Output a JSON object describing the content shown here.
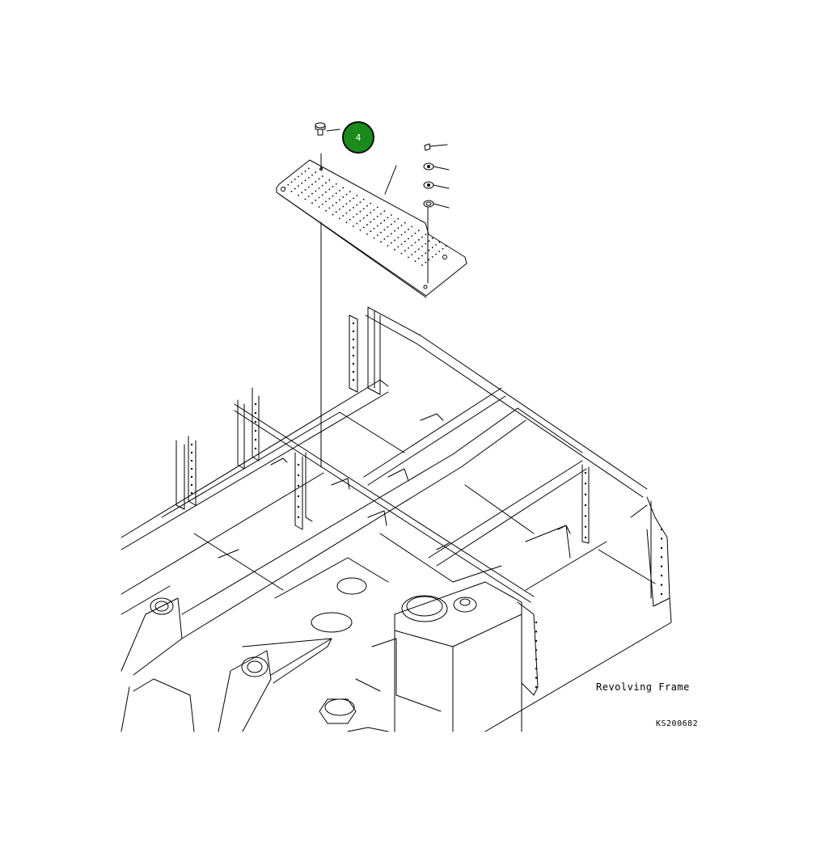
{
  "callout": {
    "number": "4",
    "color": "#1a8a1a"
  },
  "labels": {
    "title": "Revolving Frame",
    "drawing_code": "KS200682"
  }
}
